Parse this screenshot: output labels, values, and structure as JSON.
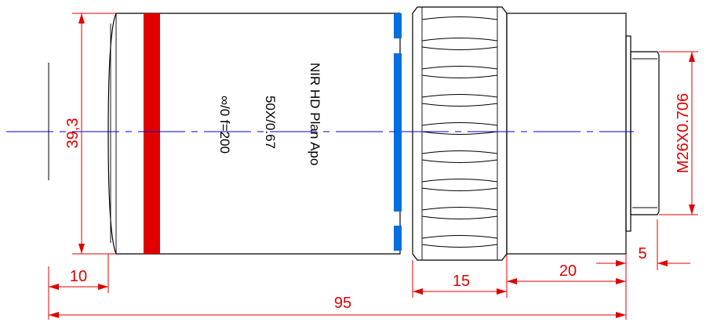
{
  "engraving": {
    "line1": "NIR HD Plan Apo",
    "line2": "50X/0.67",
    "line3": "∞/0 f=200"
  },
  "dimensions": {
    "diameter": "39,3",
    "thread": "M26X0.706",
    "total_length": "95",
    "front_section": "10",
    "knurl_width": "15",
    "rear_body": "20",
    "thread_length": "5"
  },
  "colors": {
    "dimension": "#e00000",
    "band_red": "#e00000",
    "band_blue": "#0070e0",
    "axis": "#0000cc"
  }
}
